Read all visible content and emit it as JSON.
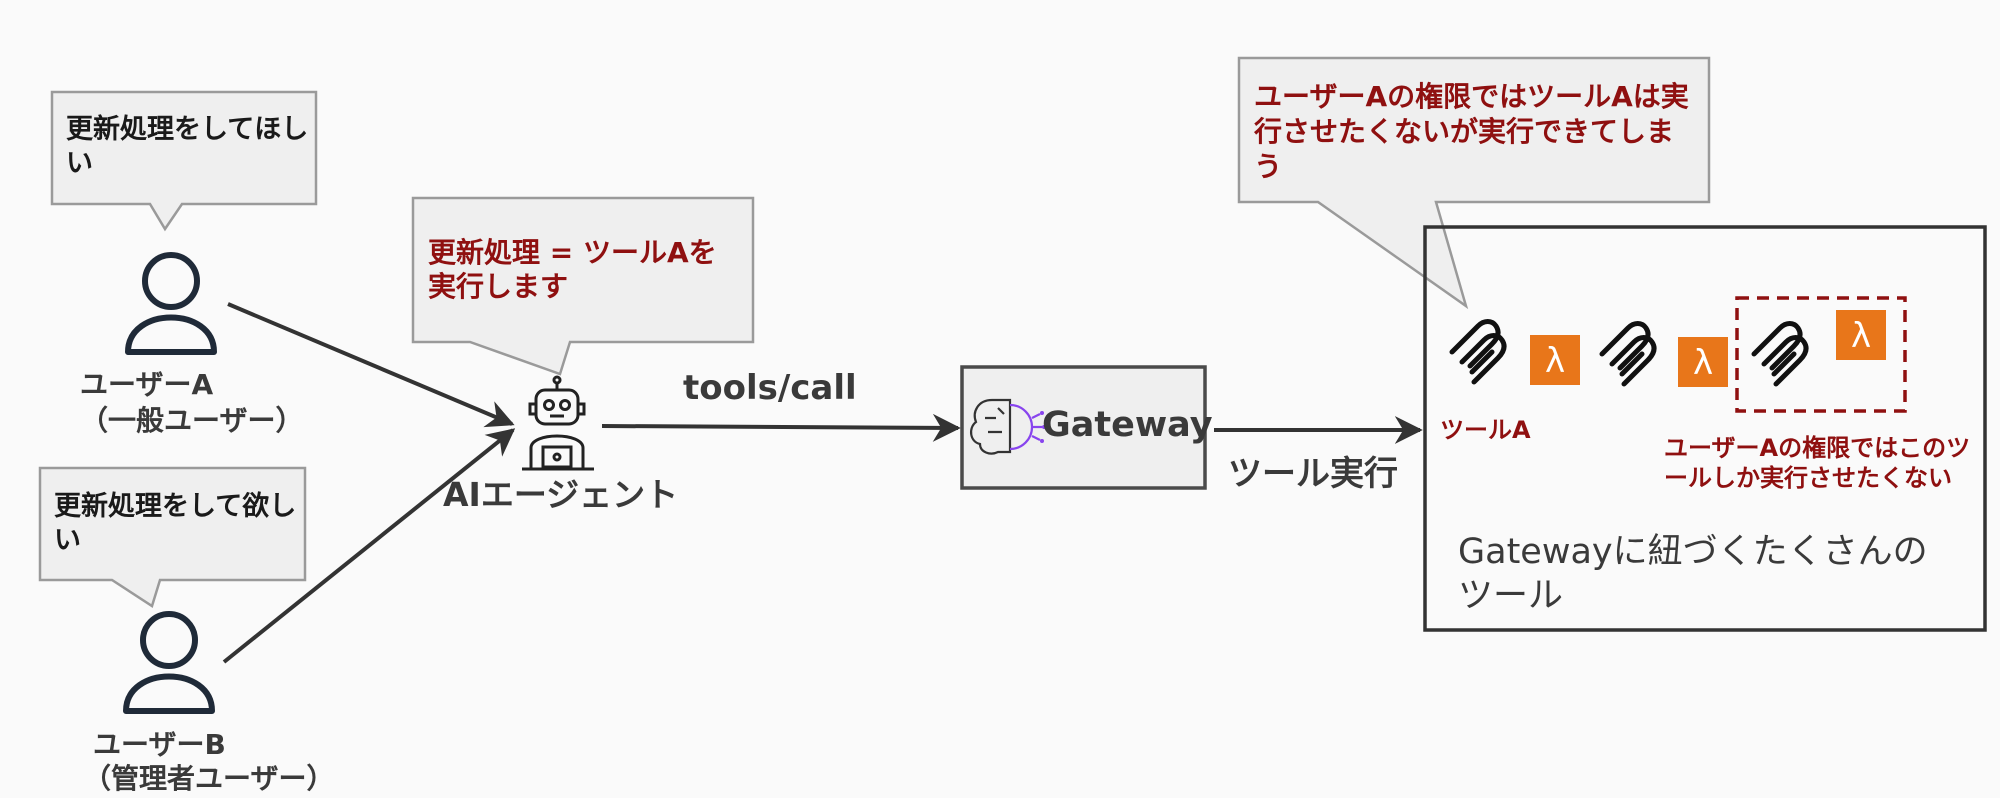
{
  "users": [
    {
      "bubble": "更新処理をしてほしい",
      "line1": "ユーザーA",
      "line2": "（一般ユーザー）"
    },
    {
      "bubble": "更新処理をして欲しい",
      "line1": "ユーザーB",
      "line2": "（管理者ユーザー）"
    }
  ],
  "agent": {
    "bubble": "更新処理 = ツールAを実行します",
    "label": "AIエージェント",
    "call_label": "tools/call"
  },
  "gateway": {
    "label": "Gateway",
    "exec_label": "ツール実行"
  },
  "tools": {
    "problem_bubble": "ユーザーAの権限ではツールAは実行させたくないが実行できてしまう",
    "tool_a_label": "ツールA",
    "permitted_note": "ユーザーAの権限ではこのツールしか実行させたくない",
    "caption": "Gatewayに紐づくたくさんのツール",
    "lambda_glyph": "λ",
    "icons": [
      "mcp-icon",
      "lambda-icon"
    ]
  },
  "colors": {
    "accent_red": "#8f1010",
    "lambda_orange": "#e8761a",
    "box_fill": "#efefef"
  }
}
